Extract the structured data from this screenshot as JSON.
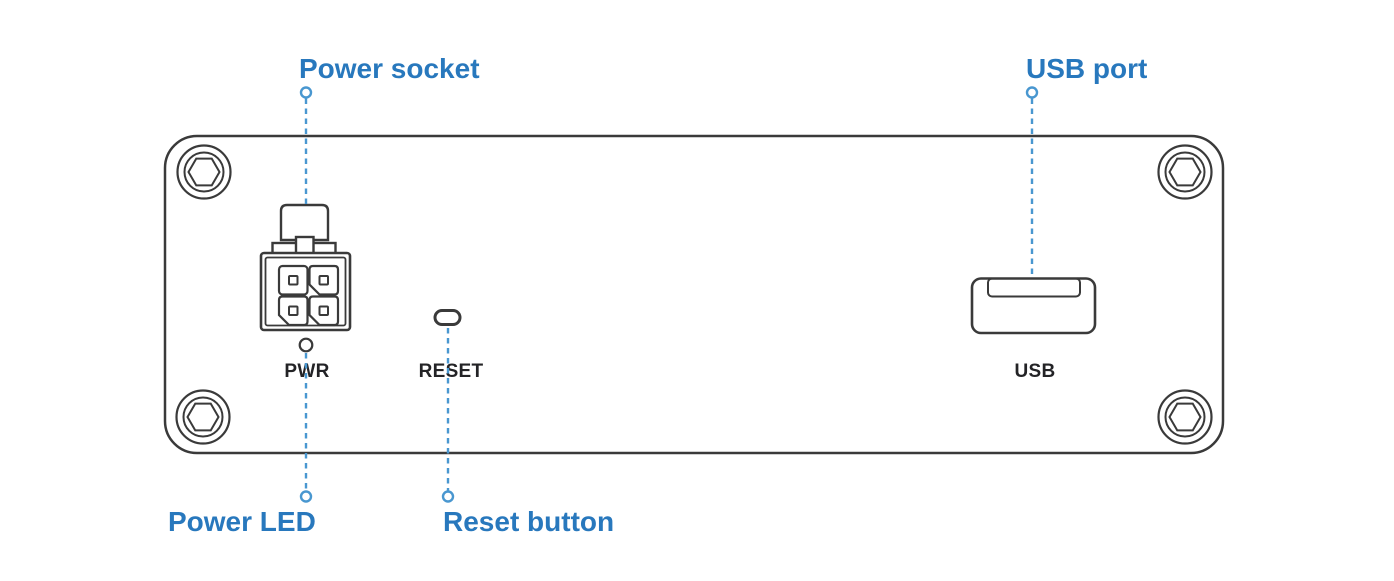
{
  "figure": {
    "callouts": {
      "power_socket": "Power socket",
      "usb_port": "USB port",
      "power_led": "Power LED",
      "reset_button": "Reset button"
    },
    "panel_labels": {
      "pwr": "PWR",
      "reset": "RESET",
      "usb": "USB"
    },
    "colors": {
      "callout_text": "#2878bd",
      "callout_line": "#4997d0",
      "panel_stroke": "#3a3a3a",
      "panel_label_text": "#232326",
      "background": "#ffffff"
    }
  }
}
